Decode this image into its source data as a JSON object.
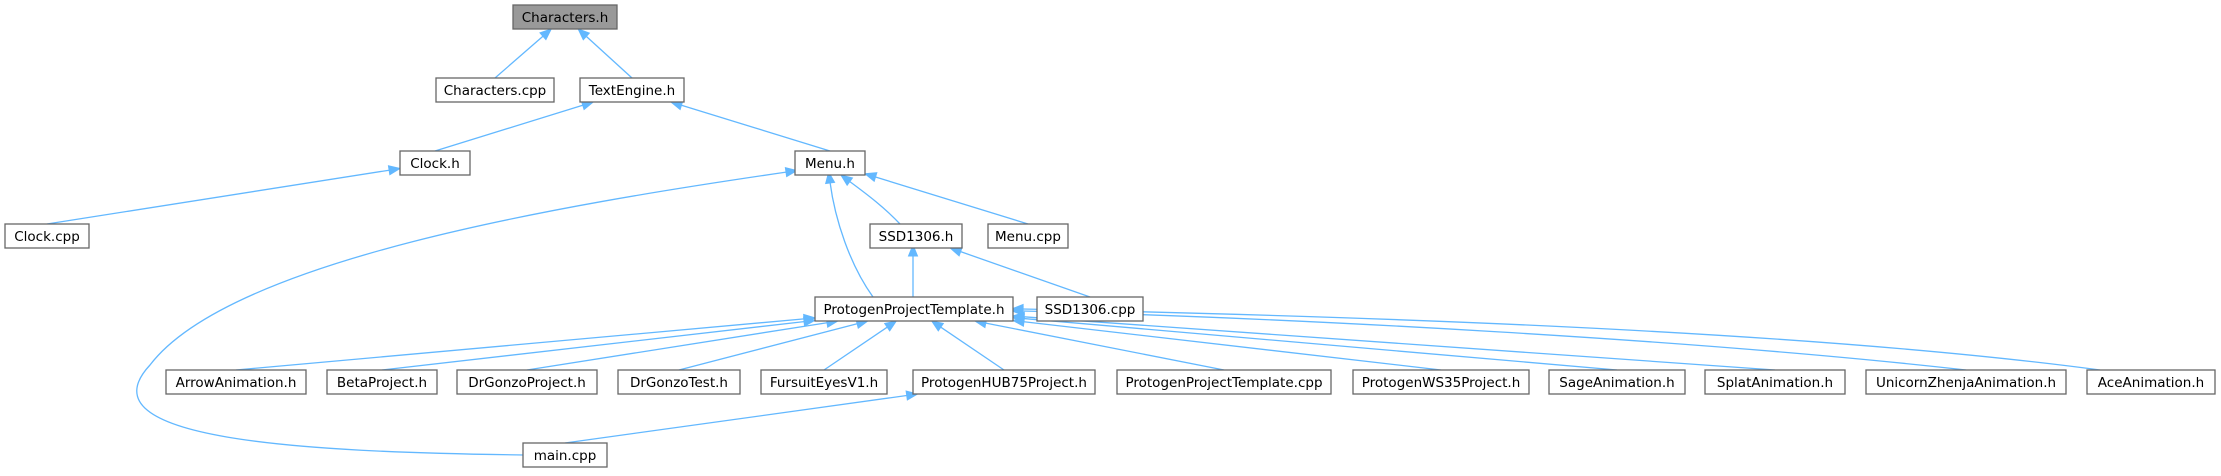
{
  "colors": {
    "edge": "#63b8ff",
    "node_border": "#666666",
    "node_fill": "#ffffff",
    "highlight_fill": "#999999",
    "text": "#000000"
  },
  "nodes": [
    {
      "id": "characters_h",
      "label": "Characters.h",
      "highlight": true
    },
    {
      "id": "characters_cpp",
      "label": "Characters.cpp"
    },
    {
      "id": "textengine_h",
      "label": "TextEngine.h"
    },
    {
      "id": "clock_h",
      "label": "Clock.h"
    },
    {
      "id": "menu_h",
      "label": "Menu.h"
    },
    {
      "id": "clock_cpp",
      "label": "Clock.cpp"
    },
    {
      "id": "ssd1306_h",
      "label": "SSD1306.h"
    },
    {
      "id": "menu_cpp",
      "label": "Menu.cpp"
    },
    {
      "id": "protogenprojecttemplate_h",
      "label": "ProtogenProjectTemplate.h"
    },
    {
      "id": "ssd1306_cpp",
      "label": "SSD1306.cpp"
    },
    {
      "id": "arrowanimation_h",
      "label": "ArrowAnimation.h"
    },
    {
      "id": "betaproject_h",
      "label": "BetaProject.h"
    },
    {
      "id": "drgonzoproject_h",
      "label": "DrGonzoProject.h"
    },
    {
      "id": "drgonzotest_h",
      "label": "DrGonzoTest.h"
    },
    {
      "id": "fursuiteyesv1_h",
      "label": "FursuitEyesV1.h"
    },
    {
      "id": "protogenhub75project_h",
      "label": "ProtogenHUB75Project.h"
    },
    {
      "id": "protogenprojecttemplate_cpp",
      "label": "ProtogenProjectTemplate.cpp"
    },
    {
      "id": "protogenws35project_h",
      "label": "ProtogenWS35Project.h"
    },
    {
      "id": "sageanimation_h",
      "label": "SageAnimation.h"
    },
    {
      "id": "splatanimation_h",
      "label": "SplatAnimation.h"
    },
    {
      "id": "unicornzhenjaanimation_h",
      "label": "UnicornZhenjaAnimation.h"
    },
    {
      "id": "aceanimation_h",
      "label": "AceAnimation.h"
    },
    {
      "id": "main_cpp",
      "label": "main.cpp"
    }
  ],
  "edges": [
    {
      "from": "characters_cpp",
      "to": "characters_h"
    },
    {
      "from": "textengine_h",
      "to": "characters_h"
    },
    {
      "from": "clock_h",
      "to": "textengine_h"
    },
    {
      "from": "menu_h",
      "to": "textengine_h"
    },
    {
      "from": "clock_cpp",
      "to": "clock_h"
    },
    {
      "from": "main_cpp",
      "to": "menu_h"
    },
    {
      "from": "ssd1306_h",
      "to": "menu_h"
    },
    {
      "from": "menu_cpp",
      "to": "menu_h"
    },
    {
      "from": "protogenprojecttemplate_h",
      "to": "menu_h"
    },
    {
      "from": "protogenprojecttemplate_h",
      "to": "ssd1306_h"
    },
    {
      "from": "ssd1306_cpp",
      "to": "ssd1306_h"
    },
    {
      "from": "arrowanimation_h",
      "to": "protogenprojecttemplate_h"
    },
    {
      "from": "betaproject_h",
      "to": "protogenprojecttemplate_h"
    },
    {
      "from": "drgonzoproject_h",
      "to": "protogenprojecttemplate_h"
    },
    {
      "from": "drgonzotest_h",
      "to": "protogenprojecttemplate_h"
    },
    {
      "from": "fursuiteyesv1_h",
      "to": "protogenprojecttemplate_h"
    },
    {
      "from": "protogenhub75project_h",
      "to": "protogenprojecttemplate_h"
    },
    {
      "from": "protogenprojecttemplate_cpp",
      "to": "protogenprojecttemplate_h"
    },
    {
      "from": "protogenws35project_h",
      "to": "protogenprojecttemplate_h"
    },
    {
      "from": "sageanimation_h",
      "to": "protogenprojecttemplate_h"
    },
    {
      "from": "splatanimation_h",
      "to": "protogenprojecttemplate_h"
    },
    {
      "from": "unicornzhenjaanimation_h",
      "to": "protogenprojecttemplate_h"
    },
    {
      "from": "aceanimation_h",
      "to": "protogenprojecttemplate_h"
    },
    {
      "from": "main_cpp",
      "to": "protogenhub75project_h"
    }
  ]
}
